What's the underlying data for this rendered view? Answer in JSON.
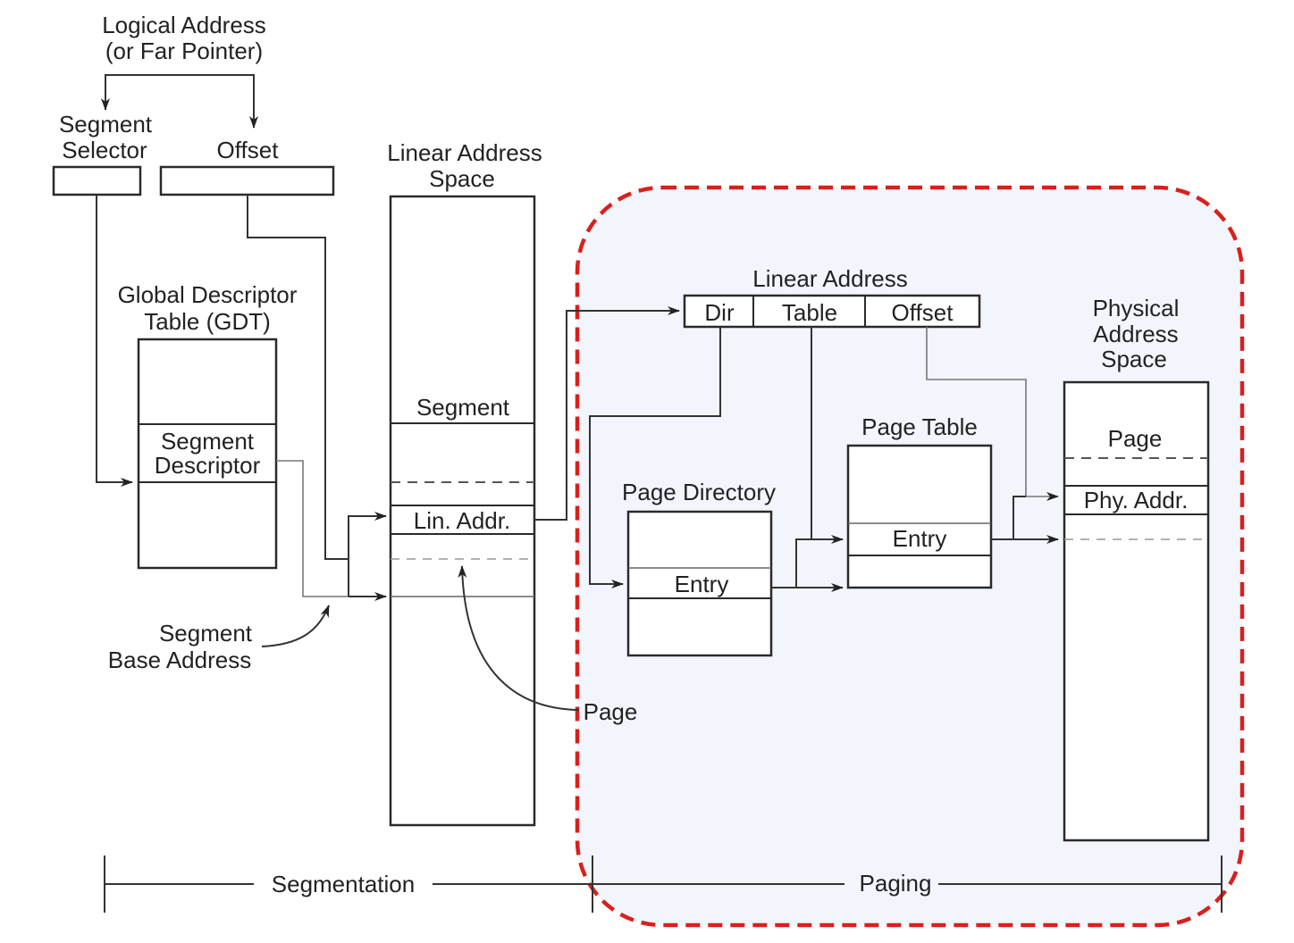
{
  "colors": {
    "paging_region_outline": "#d9201c",
    "paging_region_fill": "#f2f5fc"
  },
  "labels": {
    "logical_address_line1": "Logical Address",
    "logical_address_line2": "(or Far Pointer)",
    "segment_selector_line1": "Segment",
    "segment_selector_line2": "Selector",
    "offset": "Offset",
    "linear_address_space_line1": "Linear Address",
    "linear_address_space_line2": "Space",
    "gdt_line1": "Global Descriptor",
    "gdt_line2": "Table (GDT)",
    "segment_descriptor_line1": "Segment",
    "segment_descriptor_line2": "Descriptor",
    "segment": "Segment",
    "lin_addr": "Lin. Addr.",
    "segment_base_address_line1": "Segment",
    "segment_base_address_line2": "Base Address",
    "page_bottom": "Page",
    "linear_address": "Linear Address",
    "linear_address_fields": [
      "Dir",
      "Table",
      "Offset"
    ],
    "physical_address_space_line1": "Physical",
    "physical_address_space_line2": "Address",
    "physical_address_space_line3": "Space",
    "page_directory": "Page Directory",
    "page_directory_entry": "Entry",
    "page_table": "Page Table",
    "page_table_entry": "Entry",
    "page": "Page",
    "phy_addr": "Phy. Addr.",
    "segmentation": "Segmentation",
    "paging": "Paging"
  }
}
